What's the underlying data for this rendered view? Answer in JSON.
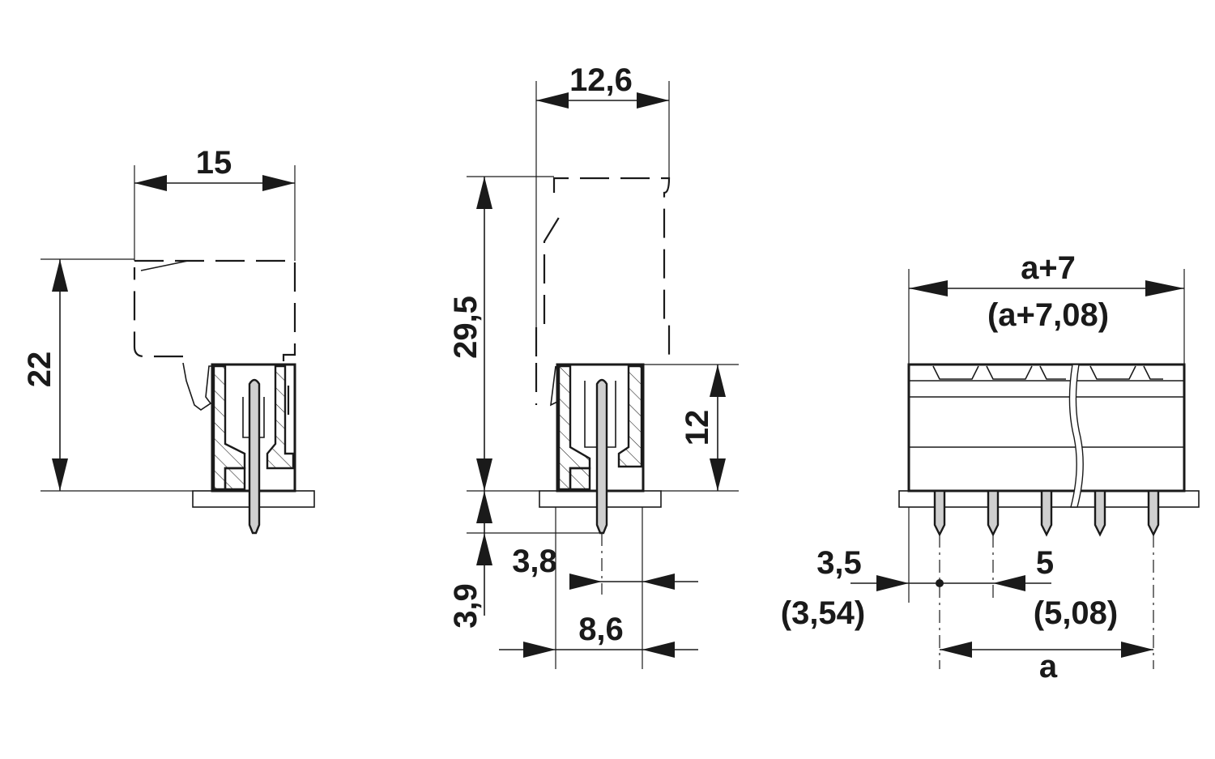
{
  "views": {
    "side": {
      "width_label": "15",
      "height_label": "22"
    },
    "section": {
      "width_label": "12,6",
      "height_label": "29,5",
      "body_height_label": "12",
      "pin_length_label": "3,9",
      "pin_offset_label": "3,8",
      "depth_label": "8,6"
    },
    "front": {
      "overall_label": "a+7",
      "overall_alt_label": "(a+7,08)",
      "edge_label": "3,5",
      "edge_alt_label": "(3,54)",
      "pitch_label": "5",
      "pitch_alt_label": "(5,08)",
      "span_label": "a"
    }
  },
  "colors": {
    "ink": "#1a1a1a",
    "pin_fill": "#cfcfcf",
    "background": "#ffffff"
  }
}
